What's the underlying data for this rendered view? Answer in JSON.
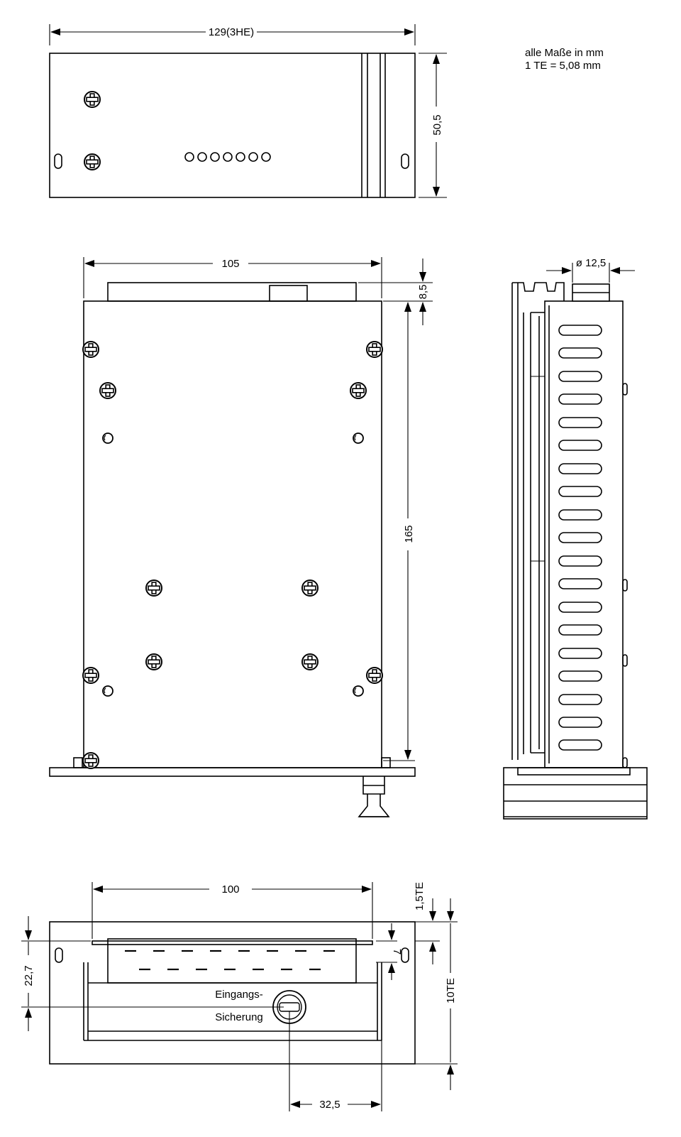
{
  "notes": {
    "line1": "alle Maße in mm",
    "line2": "1 TE = 5,08 mm"
  },
  "dimensions": {
    "top_width": "129(3HE)",
    "top_height": "50,5",
    "front_width": "105",
    "connector_height": "8,5",
    "front_height": "165",
    "side_diameter": "ø 12,5",
    "bottom_width": "100",
    "bottom_offset": "1,5TE",
    "bottom_gap": "7",
    "bottom_height": "22,7",
    "bottom_total": "10TE",
    "fuse_offset": "32,5"
  },
  "labels": {
    "fuse_line1": "Eingangs-",
    "fuse_line2": "Sicherung"
  },
  "icons": {
    "screw": "phillips-screw-icon",
    "hole": "mounting-hole-icon",
    "led": "led-indicator-icon"
  }
}
